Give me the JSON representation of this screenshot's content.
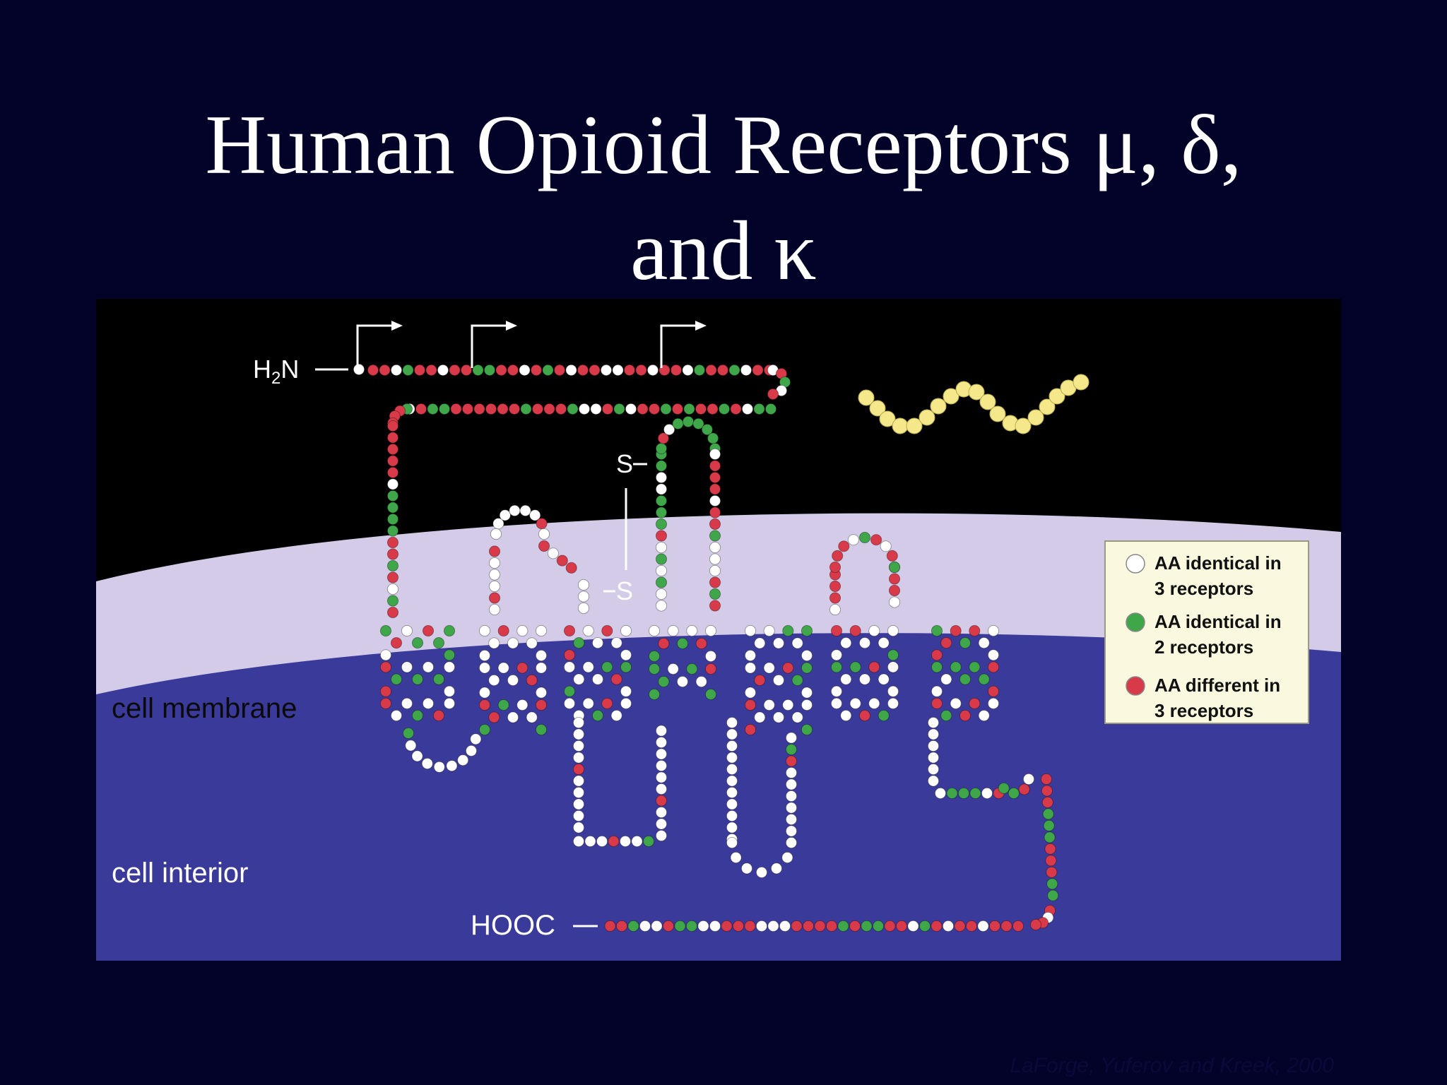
{
  "slide": {
    "title_line1": "Human Opioid Receptors μ, δ,",
    "title_line2": "and κ",
    "citation": "LaForge, Yuferov and Kreek, 2000"
  },
  "diagram": {
    "label_h2n": "H",
    "label_h2n_sub": "2",
    "label_h2n_n": "N",
    "label_hooc": "HOOC",
    "label_s_top": "S",
    "label_s_bottom": "S",
    "region_membrane": "cell membrane",
    "region_interior": "cell interior",
    "colors": {
      "identical3": "#ffffff",
      "identical2": "#3fa64a",
      "different3": "#d83a4a",
      "ligand": "#f4e88a",
      "membrane": "#d4cbe8",
      "interior": "#3a3a9a",
      "exterior": "#000000"
    }
  },
  "legend": {
    "items": [
      {
        "color_key": "identical3",
        "line1": "AA identical in",
        "line2": "3 receptors"
      },
      {
        "color_key": "identical2",
        "line1": "AA identical in",
        "line2": "2 receptors"
      },
      {
        "color_key": "different3",
        "line1": "AA different in",
        "line2": "3 receptors"
      }
    ]
  }
}
